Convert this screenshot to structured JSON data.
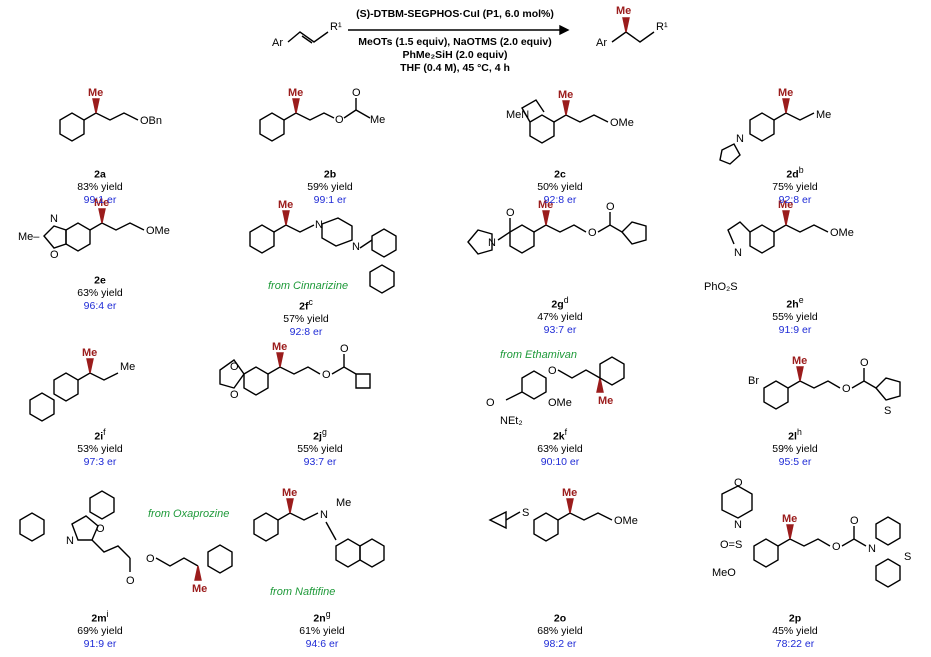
{
  "reaction": {
    "catalyst": "(S)-DTBM-SEGPHOS·CuI (P1, 6.0 mol%)",
    "conditions": [
      "MeOTs (1.5 equiv), NaOTMS (2.0 equiv)",
      "PhMe₂SiH (2.0 equiv)",
      "THF (0.4 M), 45 °C, 4 h"
    ],
    "substrate_labels": {
      "ar": "Ar",
      "r": "R¹"
    },
    "product_labels": {
      "me": "Me",
      "ar": "Ar",
      "r": "R¹"
    }
  },
  "entries": [
    {
      "id": "2a",
      "sup": "",
      "yield": "83% yield",
      "er": "99:1 er"
    },
    {
      "id": "2b",
      "sup": "",
      "yield": "59% yield",
      "er": "99:1 er"
    },
    {
      "id": "2c",
      "sup": "",
      "yield": "50% yield",
      "er": "92:8 er"
    },
    {
      "id": "2d",
      "sup": "b",
      "yield": "75% yield",
      "er": "92:8 er"
    },
    {
      "id": "2e",
      "sup": "",
      "yield": "63% yield",
      "er": "96:4 er"
    },
    {
      "id": "2f",
      "sup": "c",
      "yield": "57% yield",
      "er": "92:8 er"
    },
    {
      "id": "2g",
      "sup": "d",
      "yield": "47% yield",
      "er": "93:7 er"
    },
    {
      "id": "2h",
      "sup": "e",
      "yield": "55% yield",
      "er": "91:9 er"
    },
    {
      "id": "2i",
      "sup": "f",
      "yield": "53% yield",
      "er": "97:3 er"
    },
    {
      "id": "2j",
      "sup": "g",
      "yield": "55% yield",
      "er": "93:7 er"
    },
    {
      "id": "2k",
      "sup": "f",
      "yield": "63% yield",
      "er": "90:10 er"
    },
    {
      "id": "2l",
      "sup": "h",
      "yield": "59% yield",
      "er": "95:5 er"
    },
    {
      "id": "2m",
      "sup": "i",
      "yield": "69% yield",
      "er": "91:9 er"
    },
    {
      "id": "2n",
      "sup": "g",
      "yield": "61% yield",
      "er": "94:6 er"
    },
    {
      "id": "2o",
      "sup": "",
      "yield": "68% yield",
      "er": "98:2 er"
    },
    {
      "id": "2p",
      "sup": "",
      "yield": "45% yield",
      "er": "78:22 er"
    }
  ],
  "sources": {
    "cinnarizine": "from Cinnarizine",
    "oxaprozine": "from Oxaprozine",
    "ethamivan": "from Ethamivan",
    "naftifine": "from Naftifine"
  },
  "atoms": {
    "me": "Me",
    "obn": "OBn",
    "ome": "OMe",
    "o": "O",
    "n": "N",
    "s": "S",
    "br": "Br",
    "men": "MeN",
    "pho2s": "PhO₂S",
    "net2": "NEt₂",
    "meo": "MeO",
    "me_dash": "Me–",
    "o2s": "O=S"
  },
  "colors": {
    "er": "#1f2bd6",
    "from": "#1f9a3a",
    "stereo": "#9b1c1c"
  }
}
